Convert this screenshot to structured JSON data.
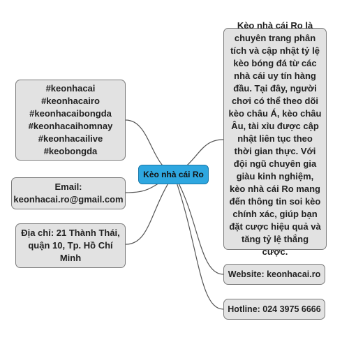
{
  "central_topic": "Kèo nhà cái Ro",
  "left_branches": {
    "hashtags": [
      "#keonhacai",
      "#keonhacairo",
      "#keonhacaibongda",
      "#keonhacaihomnay",
      "#keonhacailive",
      "#keobongda"
    ],
    "email": "Email: keonhacai.ro@gmail.com",
    "address": "Địa chỉ: 21 Thành Thái, quận 10, Tp. Hồ Chí Minh"
  },
  "right_branches": {
    "description": "Kèo nhà cái Ro là chuyên trang phân tích và cập nhật tỷ lệ kèo bóng đá từ các nhà cái uy tín hàng đầu. Tại đây, người chơi có thể theo dõi kèo châu Á, kèo châu Âu, tài xỉu được cập nhật liên tục theo thời gian thực. Với đội ngũ chuyên gia giàu kinh nghiệm, kèo nhà cái Ro mang đến thông tin soi kèo chính xác, giúp bạn đặt cược hiệu quả và tăng tỷ lệ thắng cược.",
    "website": "Website: keonhacai.ro",
    "hotline": "Hotline: 024 3975 6666"
  },
  "colors": {
    "central_fill": "#2ea7e0",
    "node_fill": "#e2e2e2",
    "connector": "#555555"
  }
}
